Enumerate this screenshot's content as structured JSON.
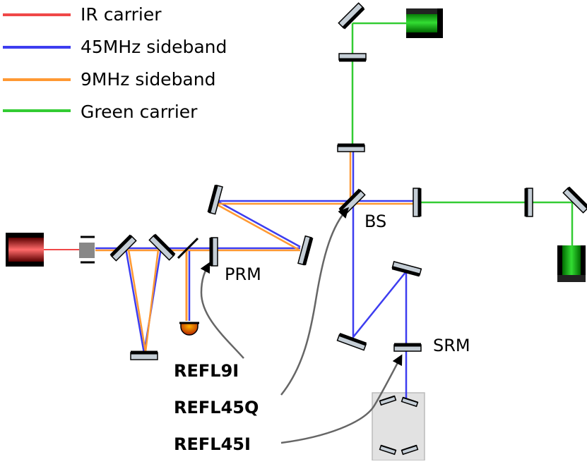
{
  "colors": {
    "ir": "#f04848",
    "sb45": "#3d3df0",
    "sb9": "#ff9933",
    "green": "#33cc33",
    "signal_arrow": "#666666"
  },
  "legend": [
    {
      "label": "IR carrier",
      "color_key": "ir"
    },
    {
      "label": "45MHz sideband",
      "color_key": "sb45"
    },
    {
      "label": "9MHz sideband",
      "color_key": "sb9"
    },
    {
      "label": "Green carrier",
      "color_key": "green"
    }
  ],
  "optic_labels": {
    "bs": "BS",
    "prm": "PRM",
    "srm": "SRM"
  },
  "signals": {
    "refl9i": "REFL9I",
    "refl45q": "REFL45Q",
    "refl45i": "REFL45I"
  }
}
